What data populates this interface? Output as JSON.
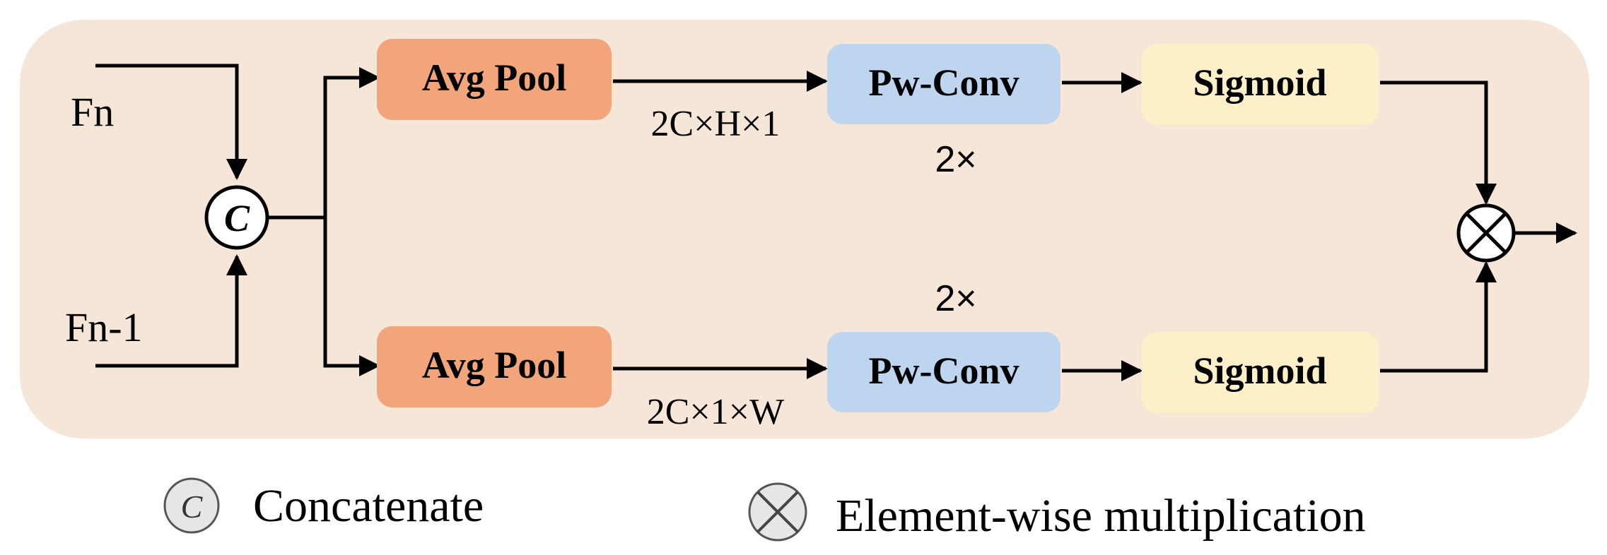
{
  "inputs": {
    "top": "Fn",
    "bottom": "Fn-1"
  },
  "concat_symbol": "C",
  "branches": {
    "top": {
      "pool": "Avg Pool",
      "shape": "2C×H×1",
      "conv": "Pw-Conv",
      "repeat": "2×",
      "activation": "Sigmoid"
    },
    "bottom": {
      "pool": "Avg Pool",
      "shape": "2C×1×W",
      "conv": "Pw-Conv",
      "repeat": "2×",
      "activation": "Sigmoid"
    }
  },
  "legend": {
    "concat_symbol": "C",
    "concat_label": "Concatenate",
    "multiply_label": "Element-wise multiplication"
  },
  "colors": {
    "panel_background": "#f5e6d8",
    "avg_pool": "#f2a57a",
    "pw_conv": "#bdd5ee",
    "sigmoid": "#fdf0c9",
    "stroke": "#000000"
  }
}
